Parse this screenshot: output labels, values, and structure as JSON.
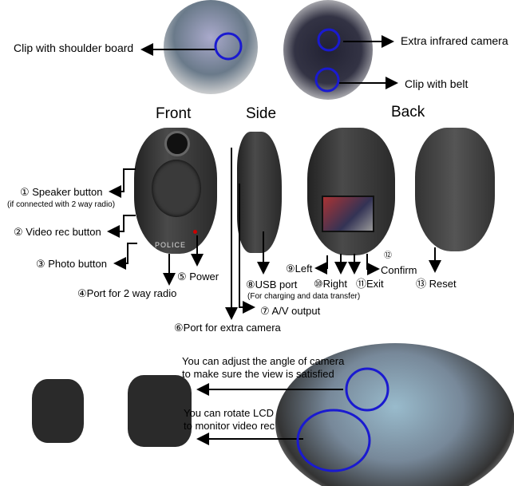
{
  "top": {
    "clip_shoulder": "Clip with shoulder board",
    "extra_ir": "Extra infrared camera",
    "clip_belt": "Clip with belt"
  },
  "headings": {
    "front": "Front",
    "side": "Side",
    "back": "Back"
  },
  "device_label": "POLICE",
  "labels": {
    "speaker": "① Speaker button",
    "speaker_note": "(if connected with 2 way radio)",
    "video": "② Video rec button",
    "photo": "③  Photo button",
    "port_radio": "④Port for 2 way radio",
    "power": "⑤ Power",
    "extra_cam": "⑥Port for extra camera",
    "av": "⑦ A/V output",
    "usb": "⑧USB port",
    "usb_note": "(For charging and data transfer)",
    "left": "⑨Left",
    "right": "⑩Right",
    "exit": "⑪Exit",
    "confirm_num": "⑫",
    "confirm": "Confirm",
    "reset": "⑬  Reset"
  },
  "bottom": {
    "angle": "You can adjust the angle of camera\nto make sure the view is satisfied",
    "lcd": "You can rotate LCD\nto monitor video rec"
  },
  "colors": {
    "highlight": "#1a1ad0"
  }
}
